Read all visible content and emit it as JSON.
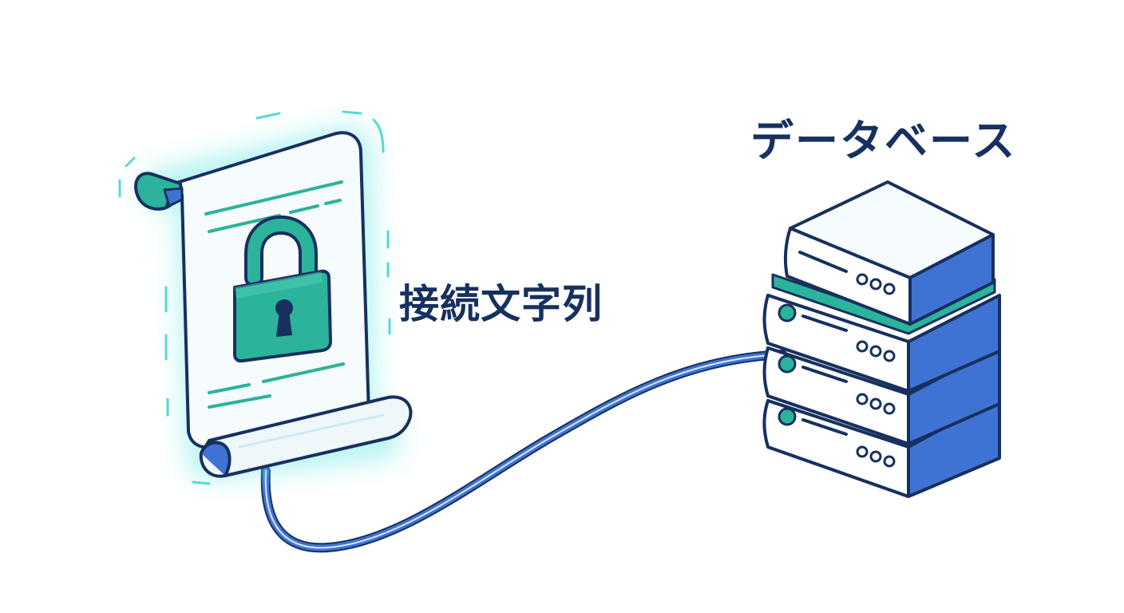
{
  "labels": {
    "connection_string": "接続文字列",
    "database": "データベース"
  },
  "icons": {
    "document": "scroll-document-icon",
    "lock": "padlock-icon",
    "database": "server-stack-icon",
    "connector": "cable-connector"
  },
  "colors": {
    "outline": "#17305f",
    "teal": "#2bb39b",
    "teal_light": "#dff6f1",
    "blue": "#3f73d3",
    "glow": "#5fe7e0",
    "paper": "#f6fbfd",
    "text": "#17305f"
  }
}
